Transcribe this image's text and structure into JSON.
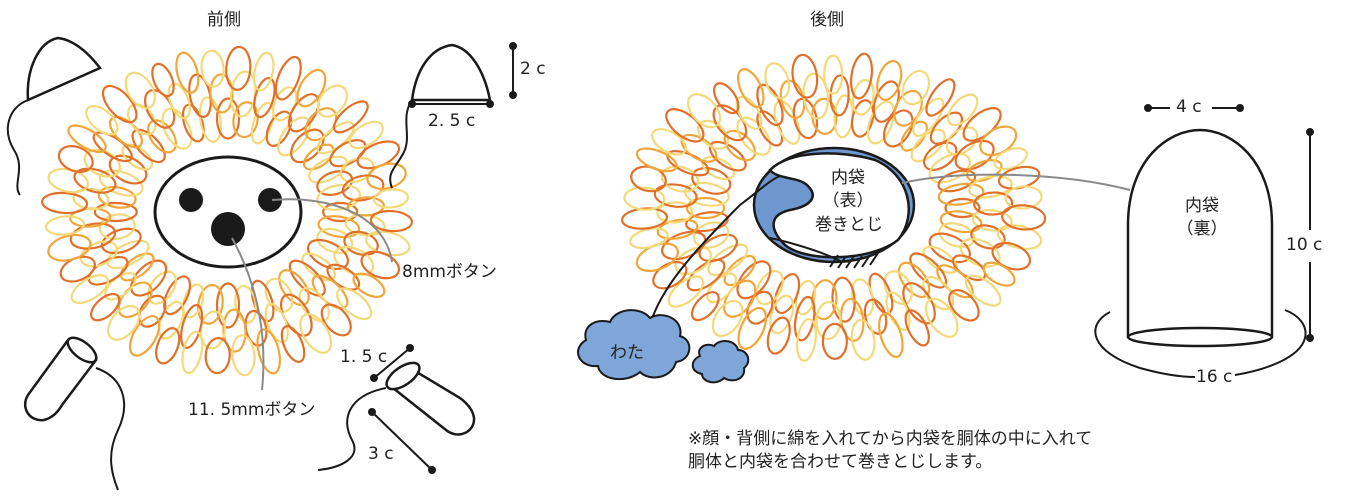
{
  "front": {
    "title": "前側",
    "button_small": "8mmボタン",
    "button_large": "11. 5mmボタン",
    "ear_height": "2 c",
    "ear_width": "2. 5 c",
    "leg_width": "1. 5 c",
    "leg_length": "3 c"
  },
  "back": {
    "title": "後側",
    "inner_bag_front_1": "内袋",
    "inner_bag_front_2": "（表）",
    "stitch": "巻きとじ",
    "cotton": "わた",
    "inner_bag_back_1": "内袋",
    "inner_bag_back_2": "（裏）",
    "bag_width": "4 c",
    "bag_height": "10 c",
    "bag_circumference": "16 c"
  },
  "note": {
    "line1": "※顔・背側に綿を入れてから内袋を胴体の中に入れて",
    "line2": "胴体と内袋を合わせて巻きとじします。"
  },
  "colors": {
    "loop_dark": "#e0702a",
    "loop_mid": "#f0a63a",
    "loop_light": "#f3d97a",
    "bag_blue": "#6f97cf",
    "cotton_blue": "#7fa6d8",
    "line": "#1a1a1a",
    "leader": "#8a8a8a"
  }
}
